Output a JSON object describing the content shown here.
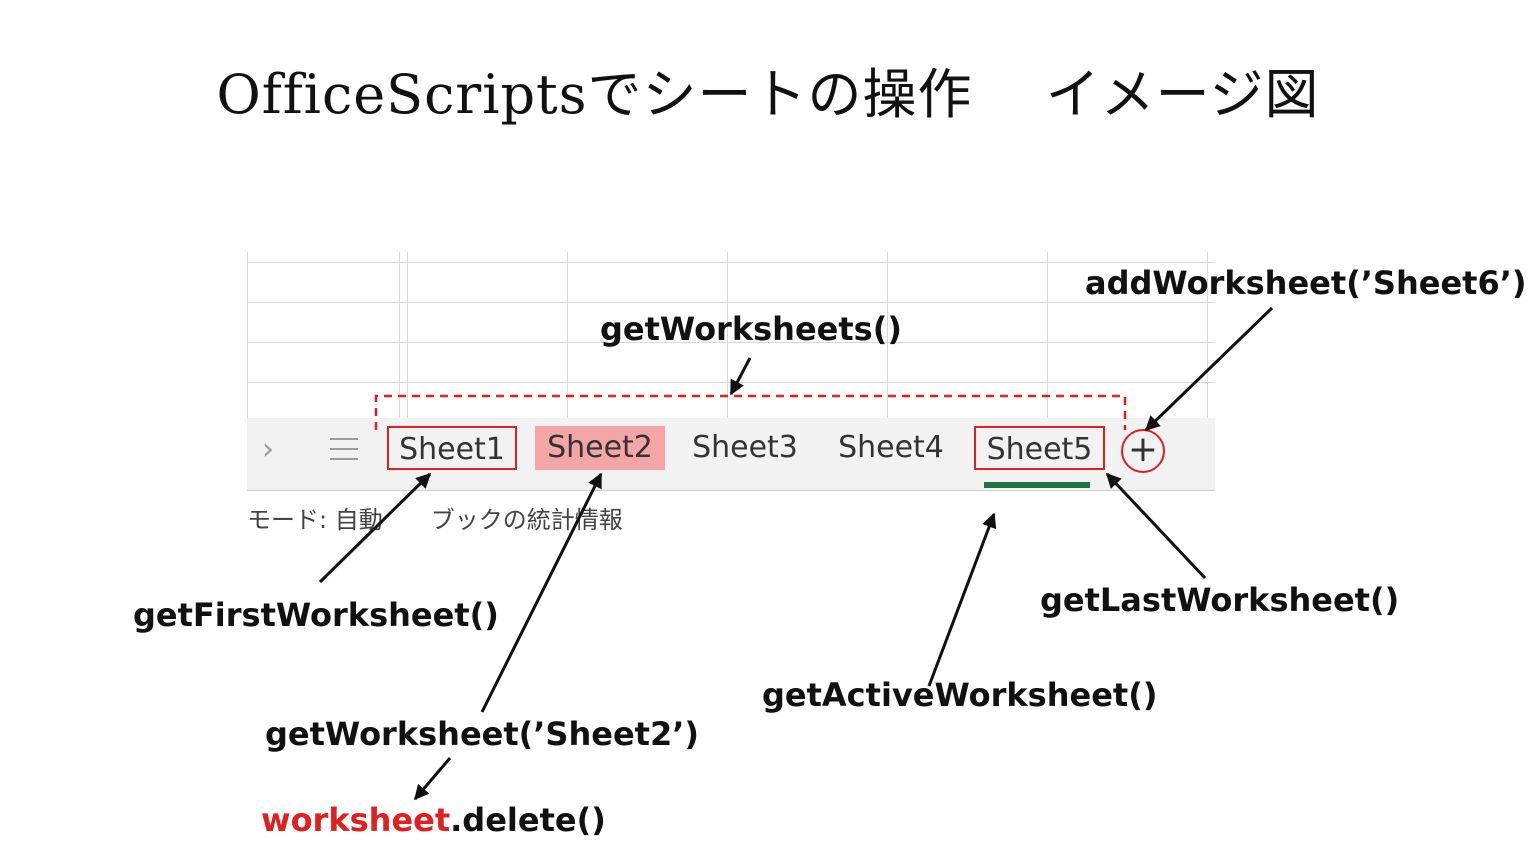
{
  "title": "OfficeScriptsでシートの操作　 イメージ図",
  "sheets": [
    "Sheet1",
    "Sheet2",
    "Sheet3",
    "Sheet4",
    "Sheet5"
  ],
  "add_button": "+",
  "nav": {
    "chevron": "›"
  },
  "status_bar": "モード: 自動　　ブックの統計情報",
  "labels": {
    "get_worksheets": "getWorksheets()",
    "add_worksheet": "addWorksheet(’Sheet6’)",
    "get_first": "getFirstWorksheet()",
    "get_last": "getLastWorksheet()",
    "get_active": "getActiveWorksheet()",
    "get_worksheet": "getWorksheet(’Sheet2’)",
    "delete_obj": "worksheet",
    "delete_method": ".delete()"
  },
  "colors": {
    "highlight": "#e02020",
    "deleted_tab": "#f4a6a6",
    "active_underline": "#217346"
  }
}
